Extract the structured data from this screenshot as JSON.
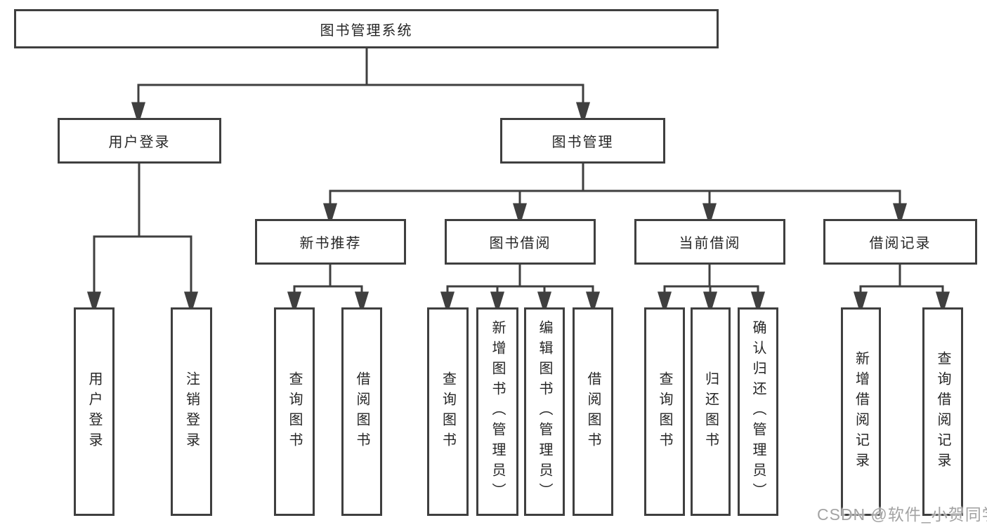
{
  "diagram": {
    "root": {
      "label": "图书管理系统"
    },
    "branches": [
      {
        "label": "用户登录",
        "children": [
          {
            "label": "用户登录"
          },
          {
            "label": "注销登录"
          }
        ]
      },
      {
        "label": "图书管理",
        "children": [
          {
            "label": "新书推荐",
            "children": [
              {
                "label": "查询图书"
              },
              {
                "label": "借阅图书"
              }
            ]
          },
          {
            "label": "图书借阅",
            "children": [
              {
                "label": "查询图书"
              },
              {
                "label": "新增图书（管理员）"
              },
              {
                "label": "编辑图书（管理员）"
              },
              {
                "label": "借阅图书"
              }
            ]
          },
          {
            "label": "当前借阅",
            "children": [
              {
                "label": "查询图书"
              },
              {
                "label": "归还图书"
              },
              {
                "label": "确认归还（管理员）"
              }
            ]
          },
          {
            "label": "借阅记录",
            "children": [
              {
                "label": "新增借阅记录"
              },
              {
                "label": "查询借阅记录"
              }
            ]
          }
        ]
      }
    ]
  },
  "watermark": {
    "text": "CSDN @软件_小贺同学",
    "color": "#a3a3a3"
  },
  "colors": {
    "line": "#3f3f3f",
    "text": "#262626",
    "background": "#ffffff"
  }
}
